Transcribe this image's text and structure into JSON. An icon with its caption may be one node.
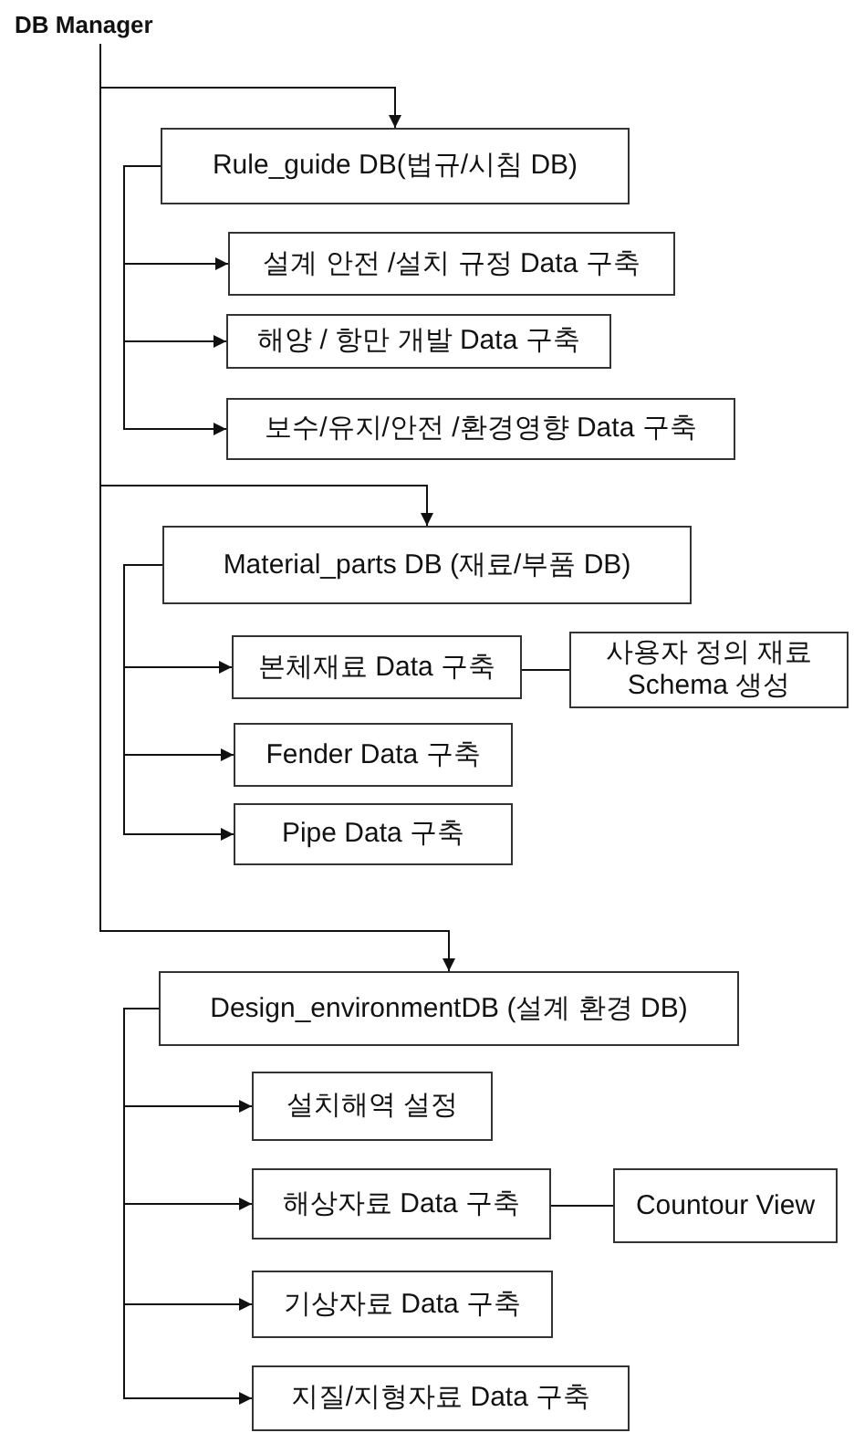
{
  "diagram": {
    "nodes": [
      {
        "text": [
          "Rule_guide DB(법규/시침 DB)"
        ]
      },
      {
        "text": [
          "설계 안전 /설치 규정 Data 구축"
        ]
      },
      {
        "text": [
          "해양 / 항만 개발 Data 구축"
        ]
      },
      {
        "text": [
          "보수/유지/안전 /환경영향 Data 구축"
        ]
      },
      {
        "text": [
          "Material_parts DB (재료/부품 DB)"
        ]
      },
      {
        "text": [
          "본체재료 Data 구축"
        ]
      },
      {
        "text": [
          "사용자 정의 재료 Schema 생성"
        ]
      },
      {
        "text": [
          "Fender Data 구축"
        ]
      },
      {
        "text": [
          "Pipe Data 구축"
        ]
      },
      {
        "text": [
          "Design_environmentDB (설계 환경 DB)"
        ]
      },
      {
        "text": [
          "설치해역 설정"
        ]
      },
      {
        "text": [
          "해상자료 Data 구축"
        ]
      },
      {
        "text": [
          "Countour View"
        ]
      },
      {
        "text": [
          "기상자료 Data 구축"
        ]
      },
      {
        "text": [
          "지질/지형자료 Data 구축"
        ]
      },
      {
        "text": [
          "DB Manager"
        ]
      }
    ],
    "edges": [
      {
        "from": 15,
        "to": 0,
        "arrow": "to"
      },
      {
        "from": 0,
        "to": 1,
        "arrow": "to"
      },
      {
        "from": 0,
        "to": 2,
        "arrow": "to"
      },
      {
        "from": 0,
        "to": 3,
        "arrow": "to"
      },
      {
        "from": 15,
        "to": 4,
        "arrow": "to"
      },
      {
        "from": 4,
        "to": 5,
        "arrow": "to"
      },
      {
        "from": 5,
        "to": 6,
        "arrow": "none"
      },
      {
        "from": 4,
        "to": 7,
        "arrow": "to"
      },
      {
        "from": 4,
        "to": 8,
        "arrow": "to"
      },
      {
        "from": 15,
        "to": 9,
        "arrow": "to"
      },
      {
        "from": 9,
        "to": 10,
        "arrow": "to"
      },
      {
        "from": 9,
        "to": 11,
        "arrow": "to"
      },
      {
        "from": 11,
        "to": 12,
        "arrow": "none"
      },
      {
        "from": 9,
        "to": 13,
        "arrow": "to"
      },
      {
        "from": 9,
        "to": 14,
        "arrow": "to"
      }
    ]
  }
}
